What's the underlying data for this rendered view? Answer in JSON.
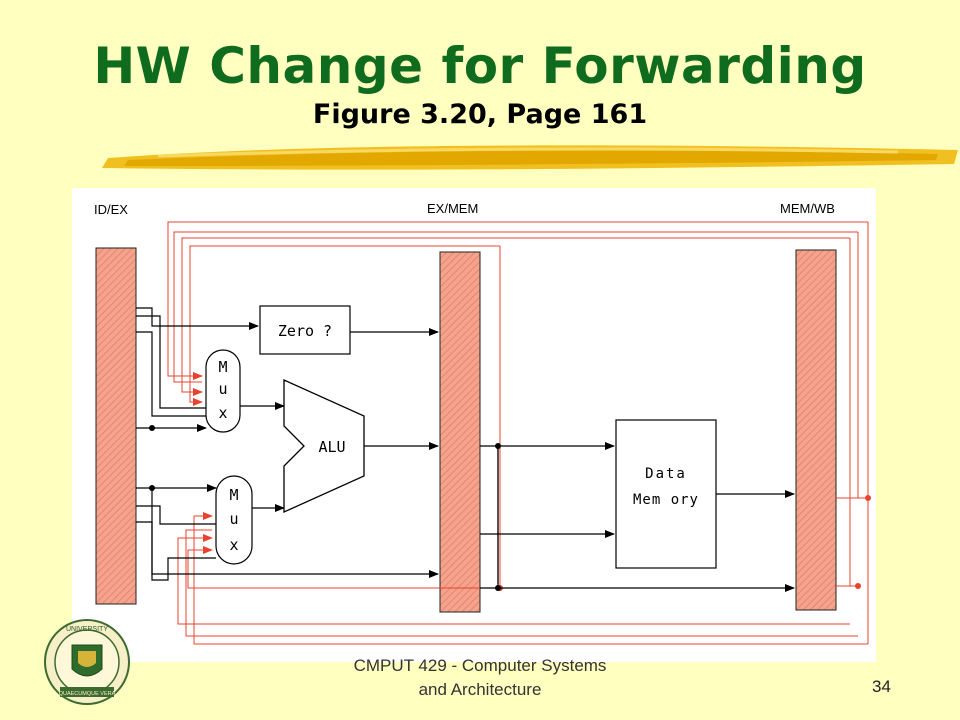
{
  "slide": {
    "title": "HW Change for Forwarding",
    "subtitle": "Figure 3.20, Page 161",
    "footer_line1": "CMPUT 429 - Computer Systems",
    "footer_line2": "and Architecture",
    "page_number": "34"
  },
  "diagram": {
    "labels": {
      "idex": "ID/EX",
      "exmem": "EX/MEM",
      "memwb": "MEM/WB",
      "zero": "Zero ?",
      "alu": "ALU",
      "mux_top": [
        "M",
        "u",
        "x"
      ],
      "mux_bottom": [
        "M",
        "u",
        "x"
      ],
      "data_memory_line1": "Data",
      "data_memory_line2": "Mem ory"
    }
  },
  "logo": {
    "text": "UNIVERSITY",
    "motto": "QUAECUMQUE VERA"
  },
  "colors": {
    "title": "#0f6b1e",
    "background": "#ffffc0",
    "register": "#f4a38d",
    "forwarding": "#e8432f"
  }
}
